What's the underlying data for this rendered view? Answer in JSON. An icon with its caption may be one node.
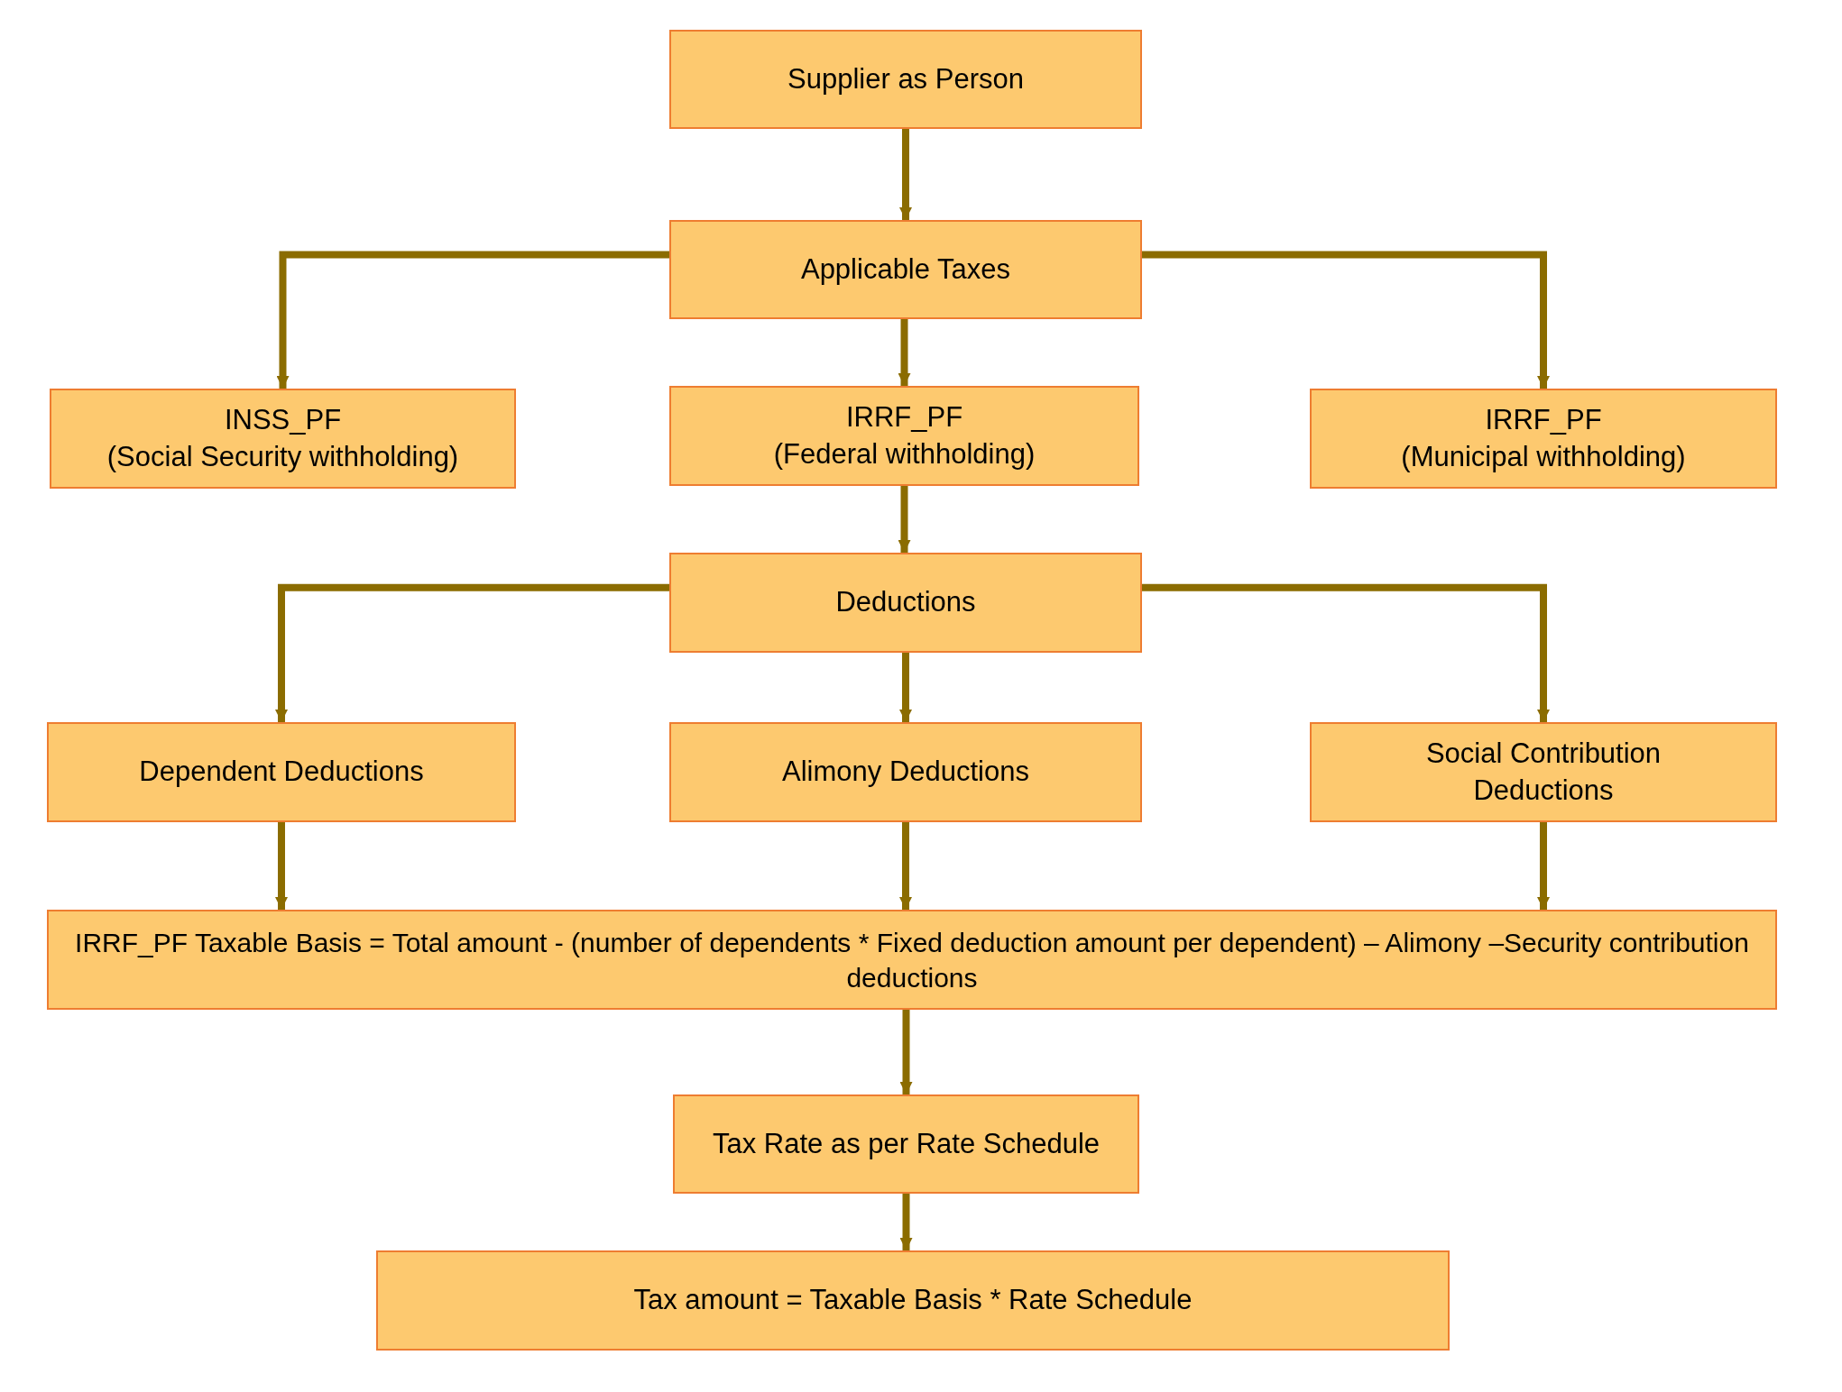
{
  "diagram": {
    "nodes": [
      {
        "text": [
          "Supplier as Person"
        ]
      },
      {
        "text": [
          "Applicable Taxes"
        ]
      },
      {
        "text": [
          "INSS_PF",
          "(Social Security withholding)"
        ]
      },
      {
        "text": [
          "IRRF_PF",
          "(Federal withholding)"
        ]
      },
      {
        "text": [
          "IRRF_PF",
          "(Municipal withholding)"
        ]
      },
      {
        "text": [
          "Deductions"
        ]
      },
      {
        "text": [
          "Dependent Deductions"
        ]
      },
      {
        "text": [
          "Alimony Deductions"
        ]
      },
      {
        "text": [
          "Social Contribution Deductions"
        ]
      },
      {
        "text": [
          "IRRF_PF Taxable Basis = Total amount - (number of dependents * Fixed deduction amount per dependent) – Alimony –Security contribution deductions"
        ]
      },
      {
        "text": [
          "Tax Rate as per Rate Schedule"
        ]
      },
      {
        "text": [
          "Tax amount = Taxable Basis * Rate Schedule"
        ]
      }
    ],
    "edges": [
      {
        "from": 0,
        "to": 1,
        "arrow": "to"
      },
      {
        "from": 1,
        "to": 2,
        "arrow": "to"
      },
      {
        "from": 1,
        "to": 3,
        "arrow": "to"
      },
      {
        "from": 1,
        "to": 4,
        "arrow": "to"
      },
      {
        "from": 3,
        "to": 5,
        "arrow": "to"
      },
      {
        "from": 5,
        "to": 6,
        "arrow": "to"
      },
      {
        "from": 5,
        "to": 7,
        "arrow": "to"
      },
      {
        "from": 5,
        "to": 8,
        "arrow": "to"
      },
      {
        "from": 6,
        "to": 9,
        "arrow": "to"
      },
      {
        "from": 7,
        "to": 9,
        "arrow": "to"
      },
      {
        "from": 8,
        "to": 9,
        "arrow": "to"
      },
      {
        "from": 9,
        "to": 10,
        "arrow": "to"
      },
      {
        "from": 10,
        "to": 11,
        "arrow": "to"
      }
    ]
  }
}
